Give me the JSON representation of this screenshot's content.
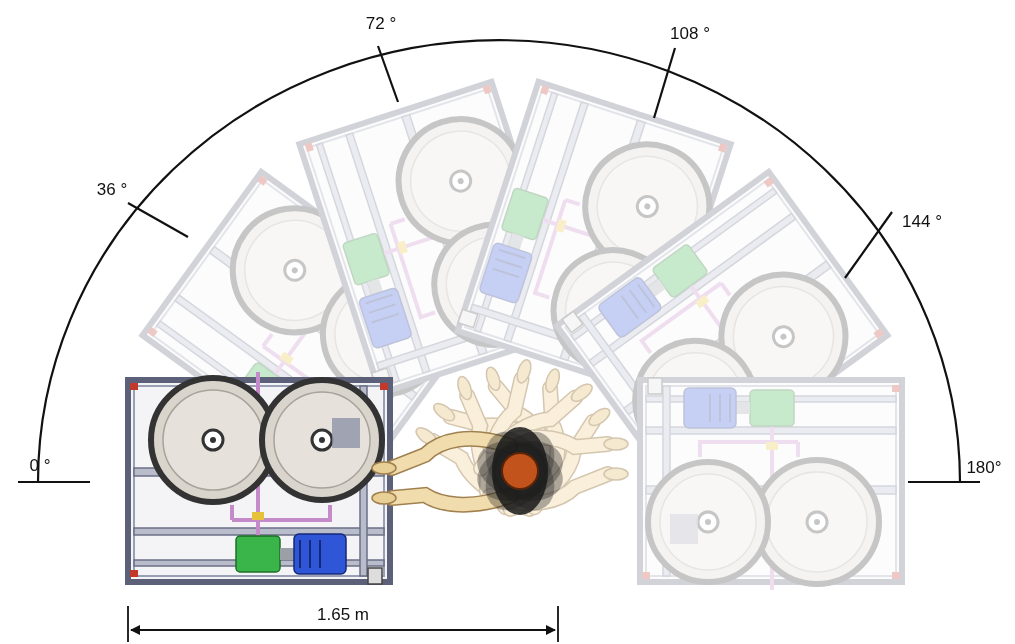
{
  "diagram": {
    "labels": [
      "0 °",
      "36 °",
      "72 °",
      "108 °",
      "144 °",
      "180°",
      "1.65 m"
    ]
  }
}
